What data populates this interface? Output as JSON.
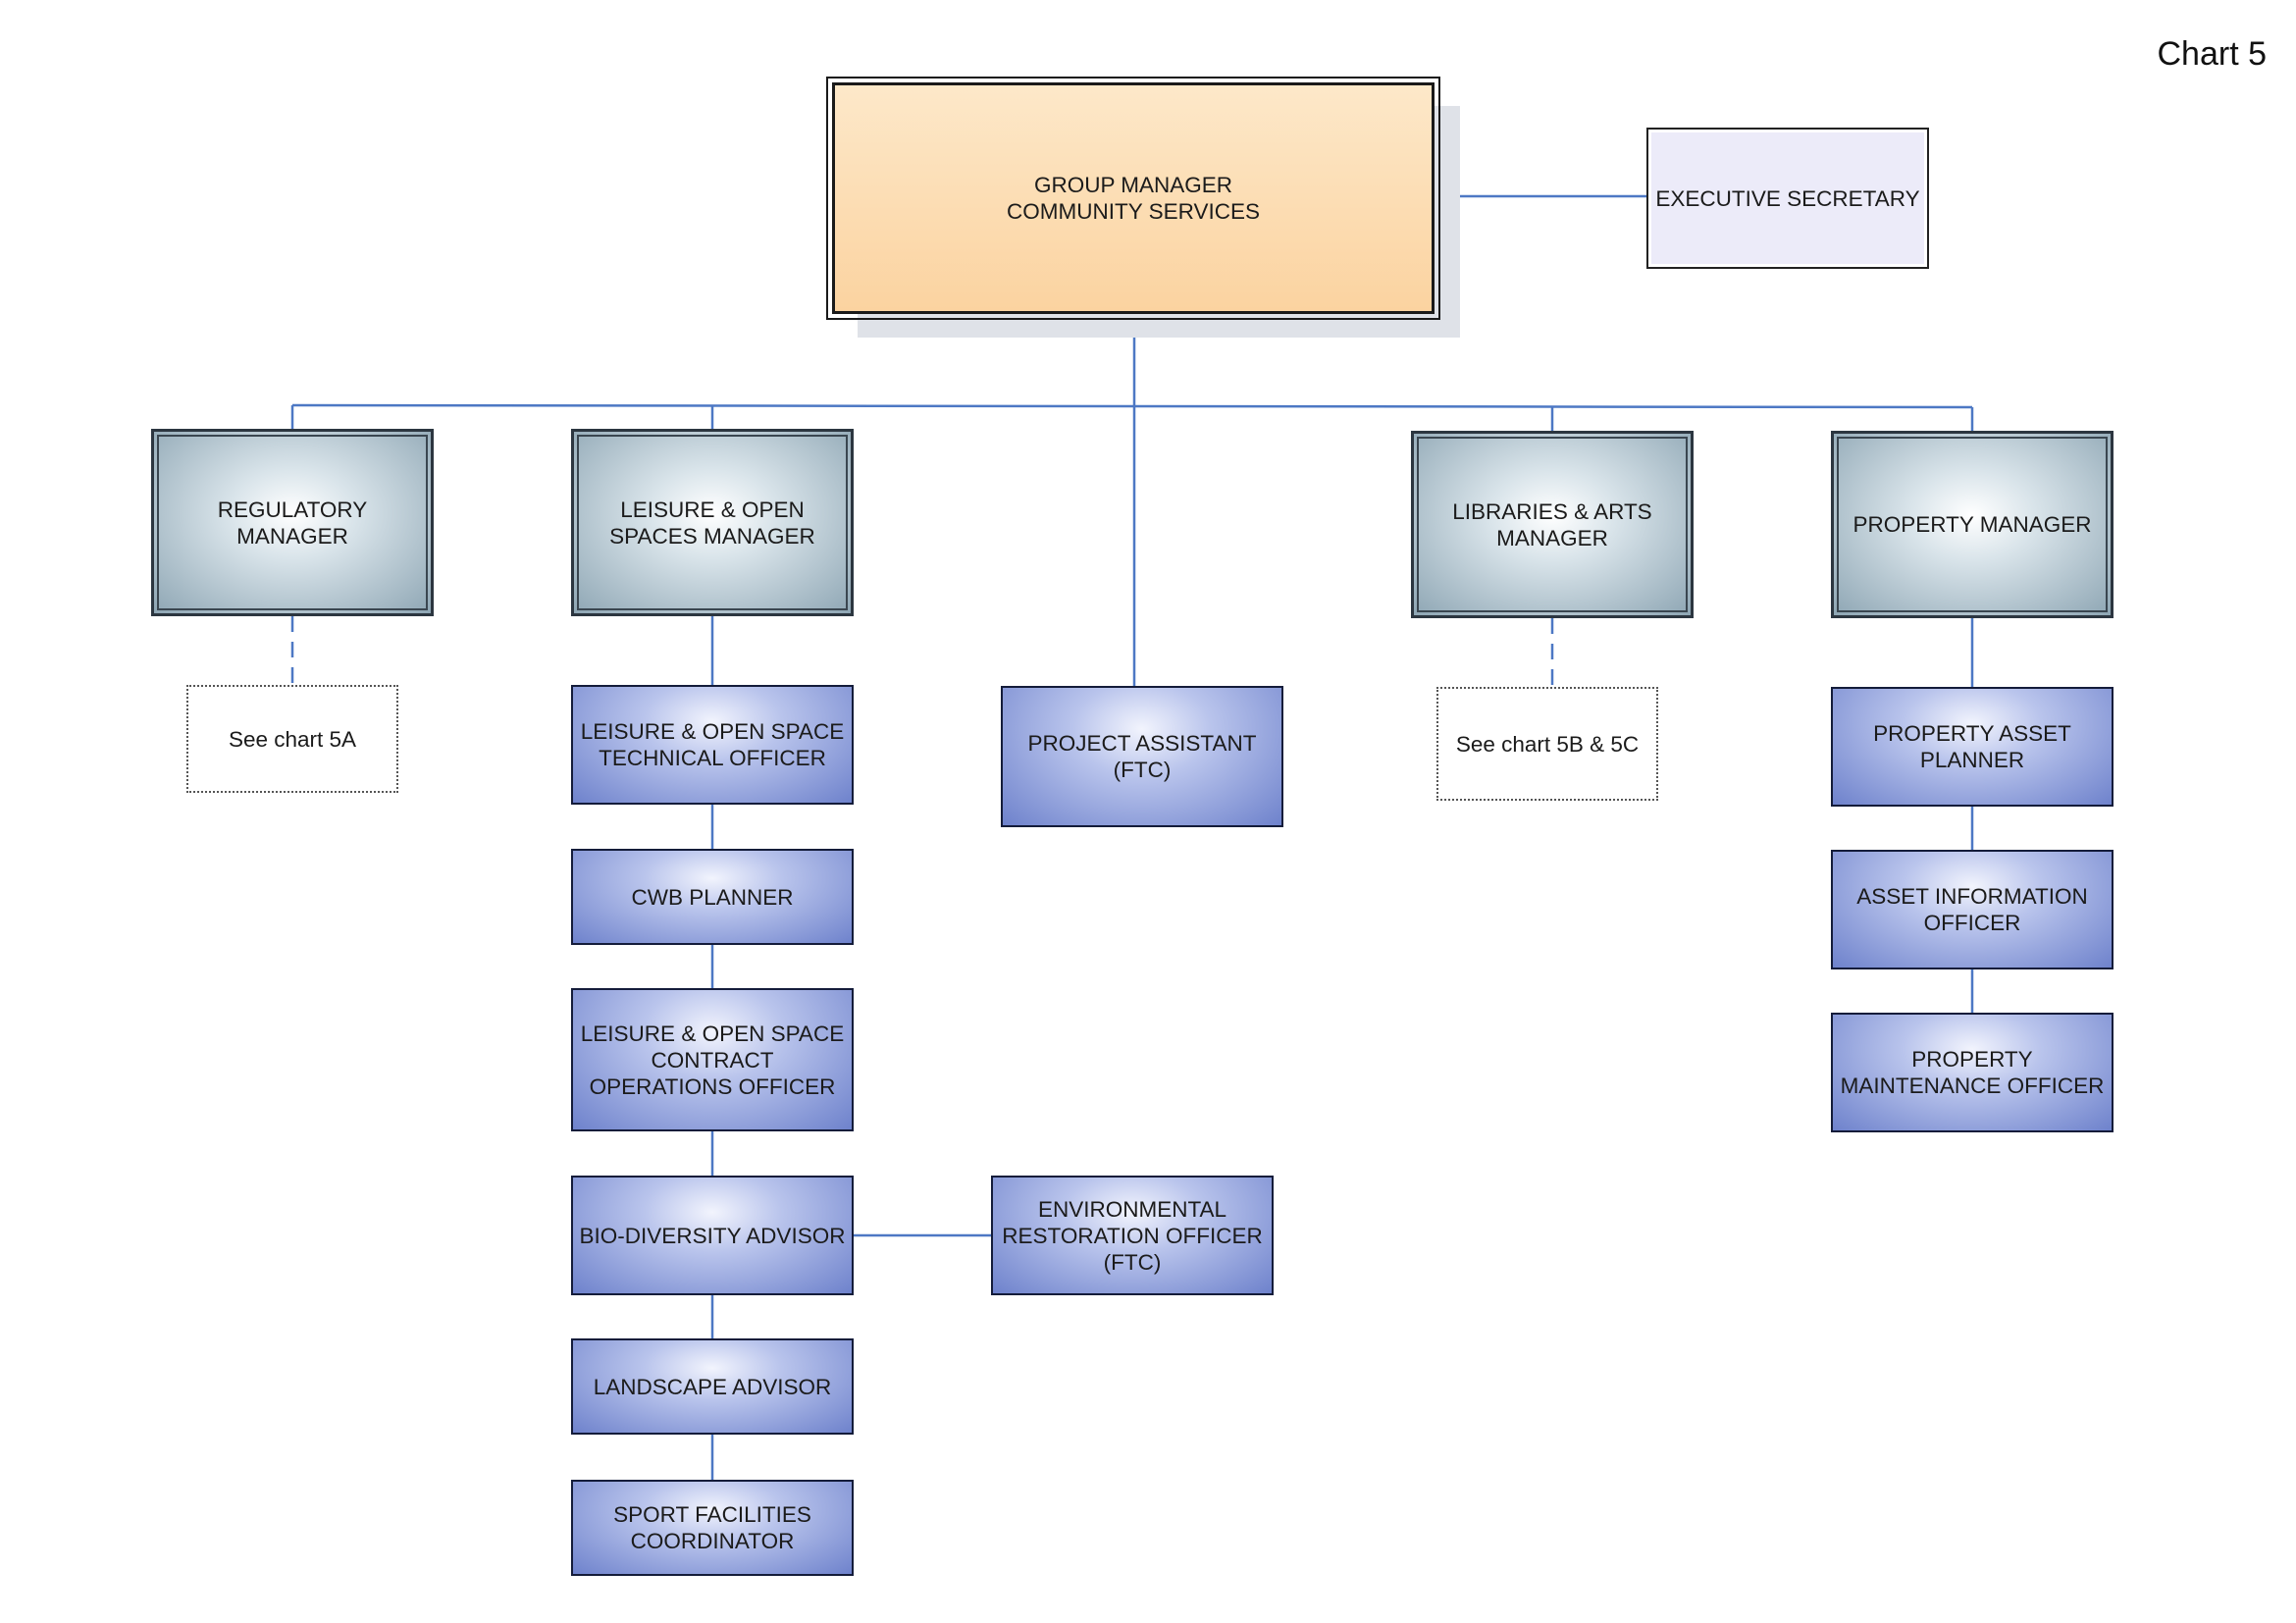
{
  "chart_label": "Chart 5",
  "colors": {
    "connector": "#4d78c4",
    "top_box": "#fbd8a7",
    "manager_box": "#8ea6b4",
    "staff_box": "#6e82cc",
    "exec_box": "#ecebf9"
  },
  "nodes": {
    "group_manager": "GROUP MANAGER\nCOMMUNITY SERVICES",
    "executive_secretary": "EXECUTIVE SECRETARY",
    "regulatory_manager": "REGULATORY\nMANAGER",
    "leisure_manager": "LEISURE & OPEN\nSPACES MANAGER",
    "libraries_manager": "LIBRARIES & ARTS\nMANAGER",
    "property_manager": "PROPERTY MANAGER",
    "see_5a": "See chart 5A",
    "see_5bc": "See chart 5B & 5C",
    "leisure_tech_officer": "LEISURE & OPEN SPACE\nTECHNICAL OFFICER",
    "cwb_planner": "CWB PLANNER",
    "leisure_contract_officer": "LEISURE & OPEN SPACE\nCONTRACT\nOPERATIONS OFFICER",
    "biodiversity_advisor": "BIO-DIVERSITY ADVISOR",
    "landscape_advisor": "LANDSCAPE ADVISOR",
    "sport_coordinator": "SPORT FACILITIES\nCOORDINATOR",
    "project_assistant": "PROJECT ASSISTANT\n(FTC)",
    "environmental_officer": "ENVIRONMENTAL\nRESTORATION OFFICER\n(FTC)",
    "property_asset_planner": "PROPERTY ASSET\nPLANNER",
    "asset_info_officer": "ASSET INFORMATION\nOFFICER",
    "property_maintenance_officer": "PROPERTY\nMAINTENANCE OFFICER"
  }
}
